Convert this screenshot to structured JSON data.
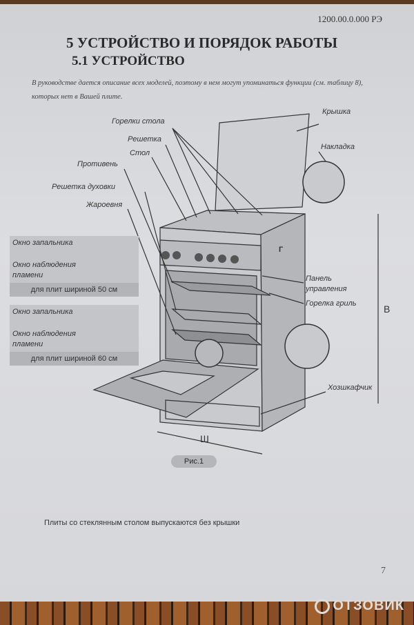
{
  "header": {
    "doc_number": "1200.00.0.000 РЭ"
  },
  "headings": {
    "section": "5 УСТРОЙСТВО И ПОРЯДОК РАБОТЫ",
    "subsection": "5.1 УСТРОЙСТВО"
  },
  "intro": "В руководстве дается описание всех моделей, поэтому в нем могут упоминаться функции (см. таблицу 8), которых нет в Вашей плите.",
  "labels": {
    "burners": "Горелки стола",
    "grate": "Решетка",
    "table": "Стол",
    "tray": "Противень",
    "oven_rack": "Решетка духовки",
    "roaster": "Жароевня",
    "lid": "Крышка",
    "cover": "Накладка",
    "g": "Г",
    "panel": "Панель",
    "panel2": "управления",
    "grill": "Горелка гриль",
    "v": "В",
    "cabinet": "Хозшкафчик",
    "sh": "Ш"
  },
  "inset_50": {
    "igniter": "Окно запальника",
    "flame1": "Окно наблюдения",
    "flame2": "пламени",
    "caption": "для плит шириной 50 см"
  },
  "inset_60": {
    "igniter": "Окно запальника",
    "flame1": "Окно наблюдения",
    "flame2": "пламени",
    "caption": "для плит шириной 60 см"
  },
  "figure_caption": "Рис.1",
  "note": "Плиты со стеклянным столом выпускаются без крышки",
  "page_number": "7",
  "watermark": "ОТЗОВИК"
}
